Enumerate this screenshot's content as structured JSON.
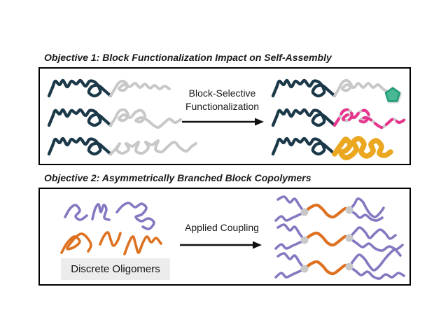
{
  "figure": {
    "objective1": {
      "title": "Objective 1: Block Functionalization Impact on Self-Assembly",
      "arrow_label": [
        "Block-Selective",
        "Functionalization"
      ],
      "reactant_chains": [
        {
          "block1": "navy",
          "block2": "gray"
        },
        {
          "block1": "navy",
          "block2": "gray"
        },
        {
          "block1": "navy",
          "block2": "gray"
        }
      ],
      "product_chains": [
        {
          "block1": "navy",
          "block2": "gray",
          "end_group": "green-pentagon"
        },
        {
          "block1": "navy",
          "block2": "pink-dashed"
        },
        {
          "block1": "navy",
          "block2": "gold-thick"
        }
      ]
    },
    "objective2": {
      "title": "Objective 2: Asymmetrically Branched Block Copolymers",
      "arrow_label": [
        "Applied Coupling"
      ],
      "oligomer_label": "Discrete Oligomers",
      "oligomers": [
        {
          "color": "purple"
        },
        {
          "color": "purple"
        },
        {
          "color": "purple"
        },
        {
          "color": "orange"
        },
        {
          "color": "orange"
        },
        {
          "color": "orange"
        }
      ],
      "coupled_products_count": 3
    }
  },
  "colors": {
    "page_bg": "#ffffff",
    "text": "#1a1a1a",
    "panel_border": "#000000",
    "label_bg": "#ececec",
    "navy": "#1b3949",
    "gray_chain": "#c8c8c8",
    "pink": "#e8368f",
    "gold": "#eaa71f",
    "purple": "#8379c1",
    "orange": "#dd7120",
    "dot_gray": "#c9c9c9",
    "pentagon_fill": "#49b793",
    "pentagon_stroke": "#1f9c77",
    "arrow": "#111111"
  }
}
